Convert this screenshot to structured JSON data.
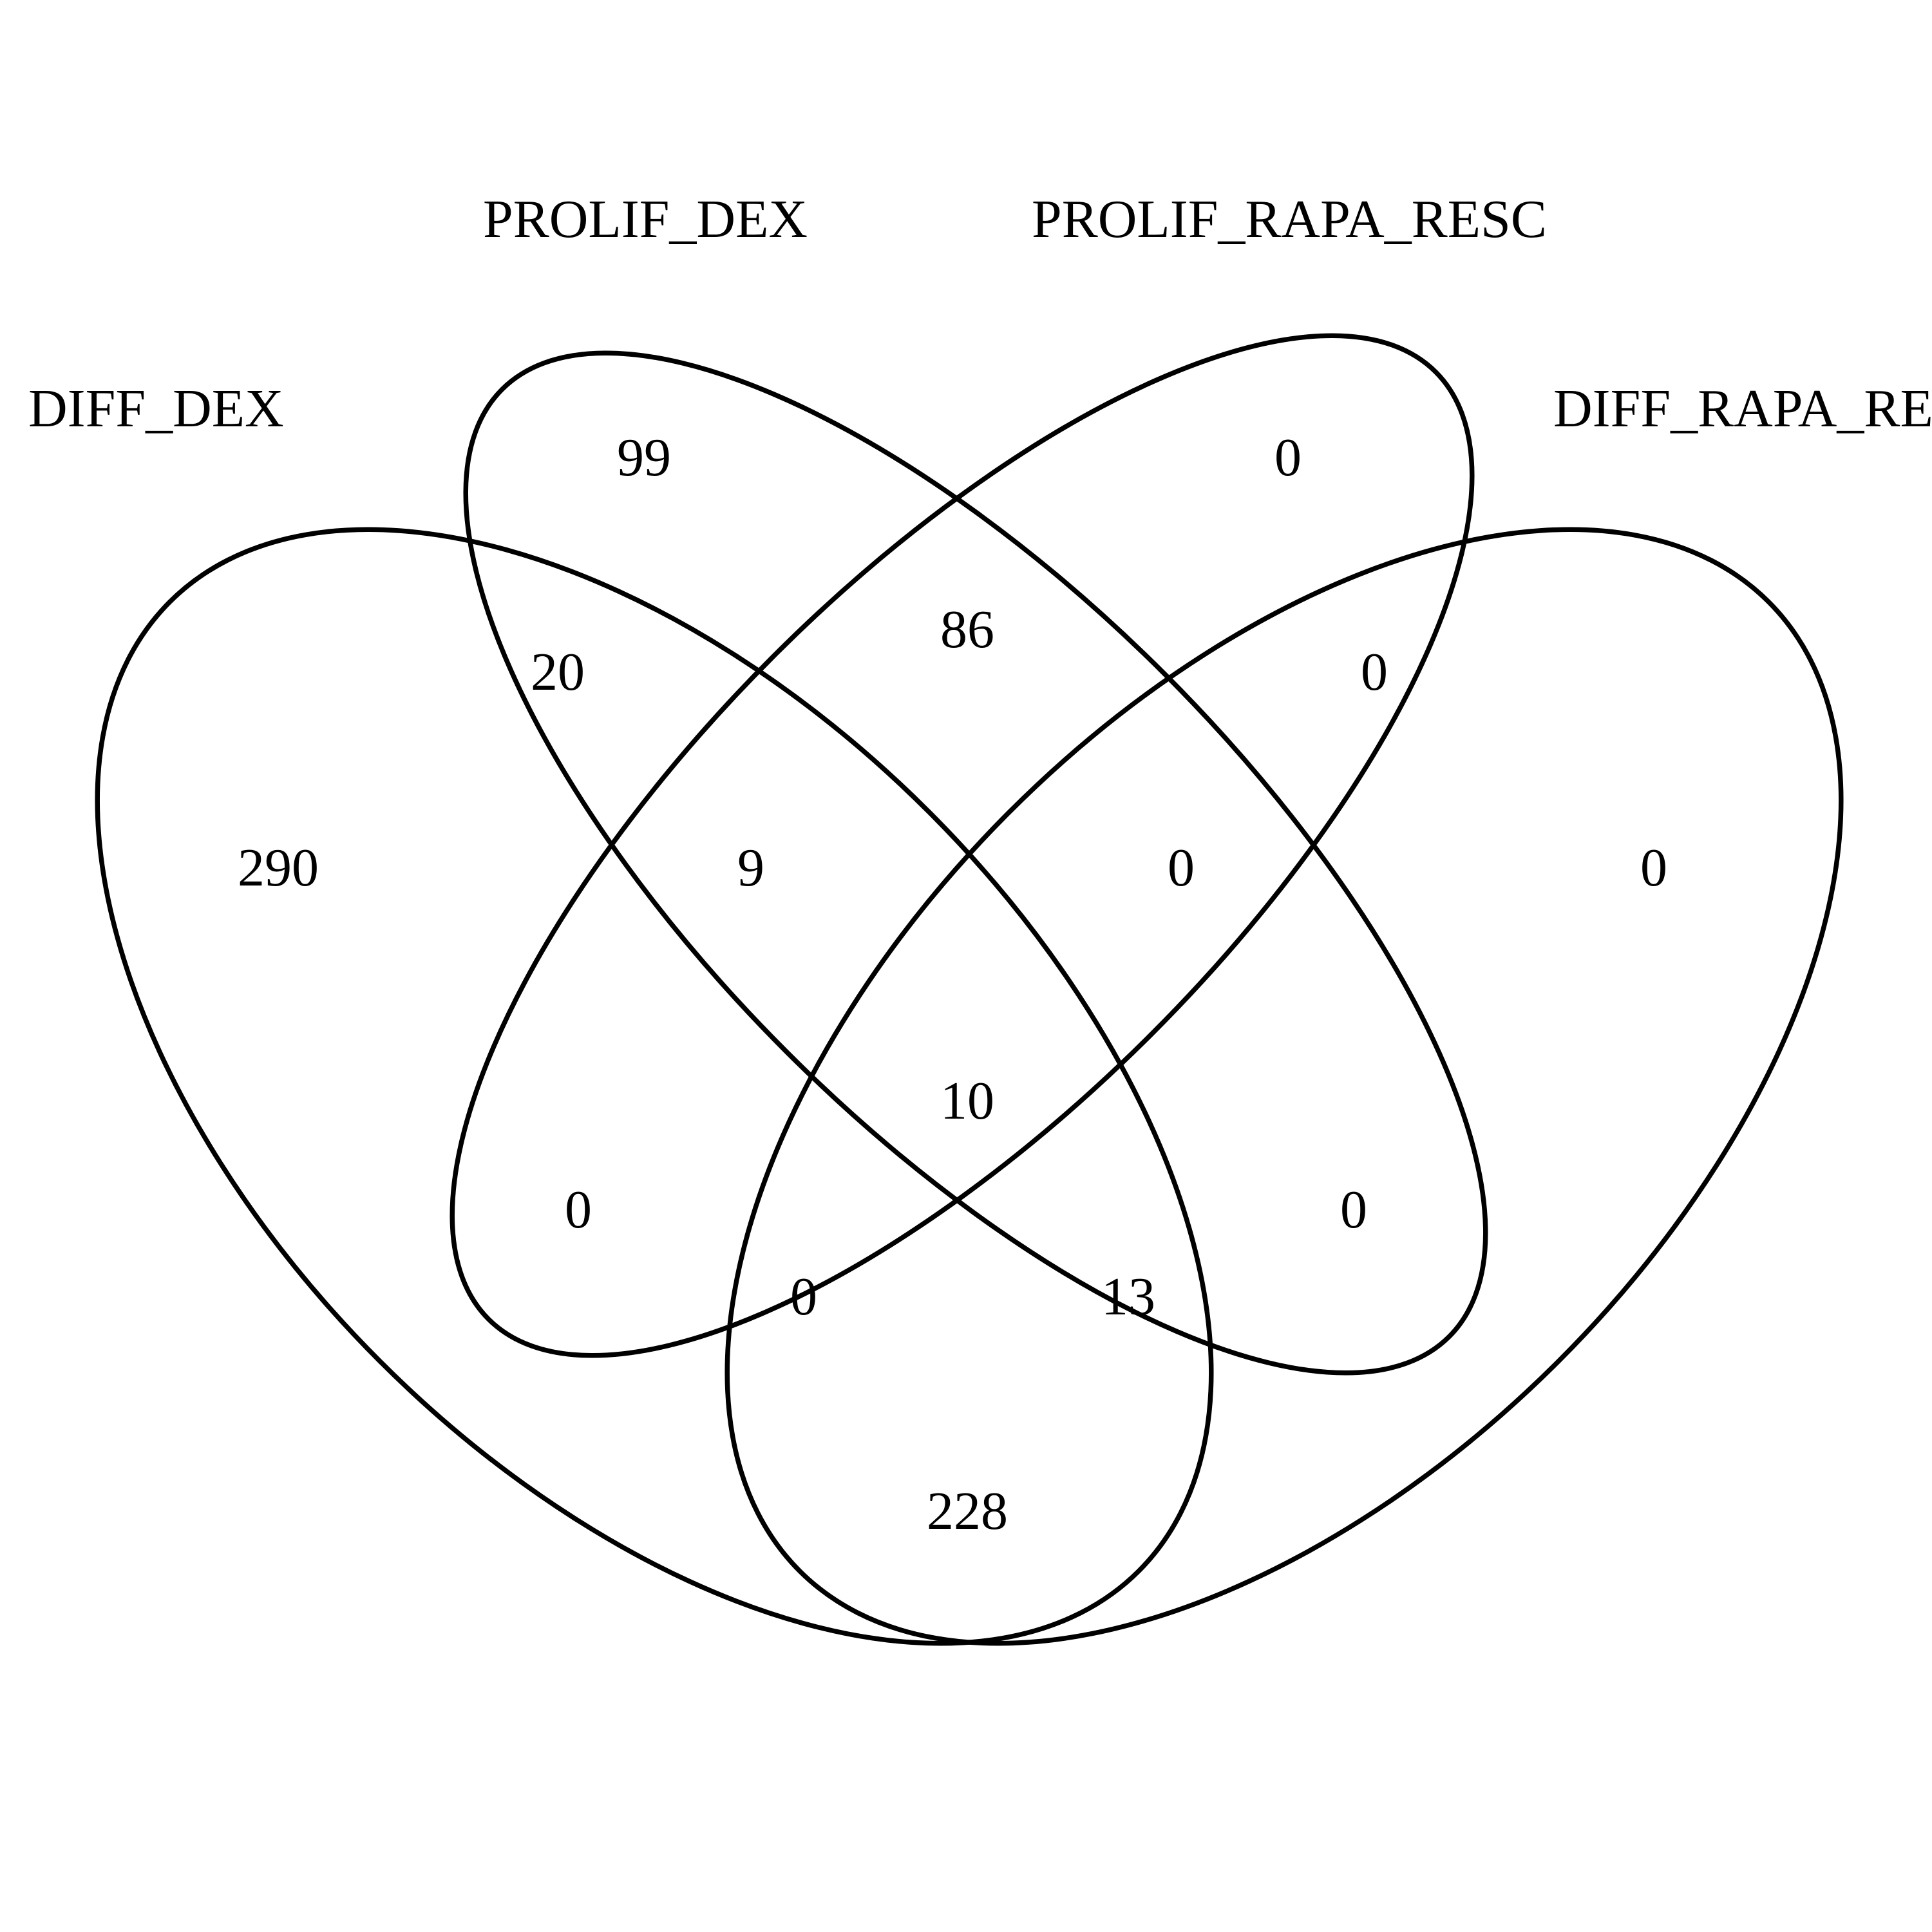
{
  "diagram": {
    "type": "venn-4-set",
    "outline_color": "#000000",
    "background_color": "#ffffff",
    "sets": [
      {
        "id": "A",
        "label": "DIFF_DEX"
      },
      {
        "id": "B",
        "label": "PROLIF_DEX"
      },
      {
        "id": "C",
        "label": "PROLIF_RAPA_RESC"
      },
      {
        "id": "D",
        "label": "DIFF_RAPA_RE"
      }
    ],
    "regions": [
      {
        "sets": [
          "A"
        ],
        "count": "290"
      },
      {
        "sets": [
          "B"
        ],
        "count": "99"
      },
      {
        "sets": [
          "C"
        ],
        "count": "0"
      },
      {
        "sets": [
          "D"
        ],
        "count": "0"
      },
      {
        "sets": [
          "A",
          "B"
        ],
        "count": "20"
      },
      {
        "sets": [
          "B",
          "C"
        ],
        "count": "86"
      },
      {
        "sets": [
          "C",
          "D"
        ],
        "count": "0"
      },
      {
        "sets": [
          "A",
          "B",
          "C"
        ],
        "count": "9"
      },
      {
        "sets": [
          "B",
          "C",
          "D"
        ],
        "count": "0"
      },
      {
        "sets": [
          "A",
          "B",
          "C",
          "D"
        ],
        "count": "10"
      },
      {
        "sets": [
          "A",
          "C"
        ],
        "count": "0"
      },
      {
        "sets": [
          "B",
          "D"
        ],
        "count": "0"
      },
      {
        "sets": [
          "A",
          "C",
          "D"
        ],
        "count": "0"
      },
      {
        "sets": [
          "A",
          "B",
          "D"
        ],
        "count": "13"
      },
      {
        "sets": [
          "A",
          "D"
        ],
        "count": "228"
      }
    ]
  }
}
